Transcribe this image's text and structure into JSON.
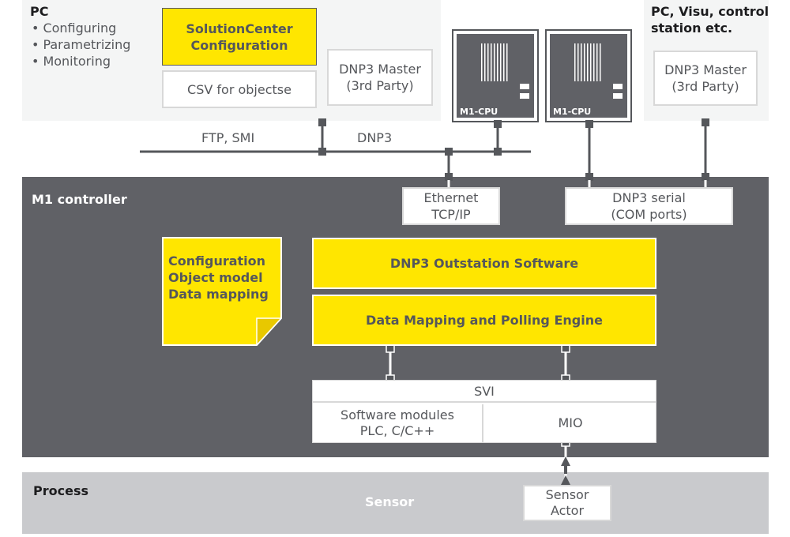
{
  "pc": {
    "title": "PC",
    "bullets": [
      "Configuring",
      "Parametrizing",
      "Monitoring"
    ],
    "solution_center": "SolutionCenter\nConfiguration",
    "csv_box": "CSV for objectse",
    "dnp3_master": "DNP3 Master\n(3rd Party)"
  },
  "cpus": [
    {
      "label": "M1-CPU"
    },
    {
      "label": "M1-CPU"
    }
  ],
  "pc_visu": {
    "title": "PC, Visu, control\nstation etc.",
    "dnp3_master": "DNP3 Master\n(3rd Party)"
  },
  "network": {
    "ftp_label": "FTP, SMI",
    "dnp3_label": "DNP3"
  },
  "m1_controller": {
    "title": "M1 controller",
    "ethernet": "Ethernet\nTCP/IP",
    "dnp3_serial": "DNP3 serial\n(COM ports)",
    "note": "Configuration\nObject model\nData mapping",
    "outstation": "DNP3 Outstation Software",
    "mapping_engine": "Data Mapping and Polling Engine",
    "svi": "SVI",
    "software_modules": "Software modules\nPLC, C/C++",
    "mio": "MIO"
  },
  "process": {
    "title": "Process",
    "sensor_label": "Sensor",
    "sensor_actor": "Sensor\nActor"
  },
  "colors": {
    "yellow": "#ffe600",
    "dark": "#606166",
    "process_gray": "#c9cacd",
    "panel_light": "#f4f5f5"
  }
}
